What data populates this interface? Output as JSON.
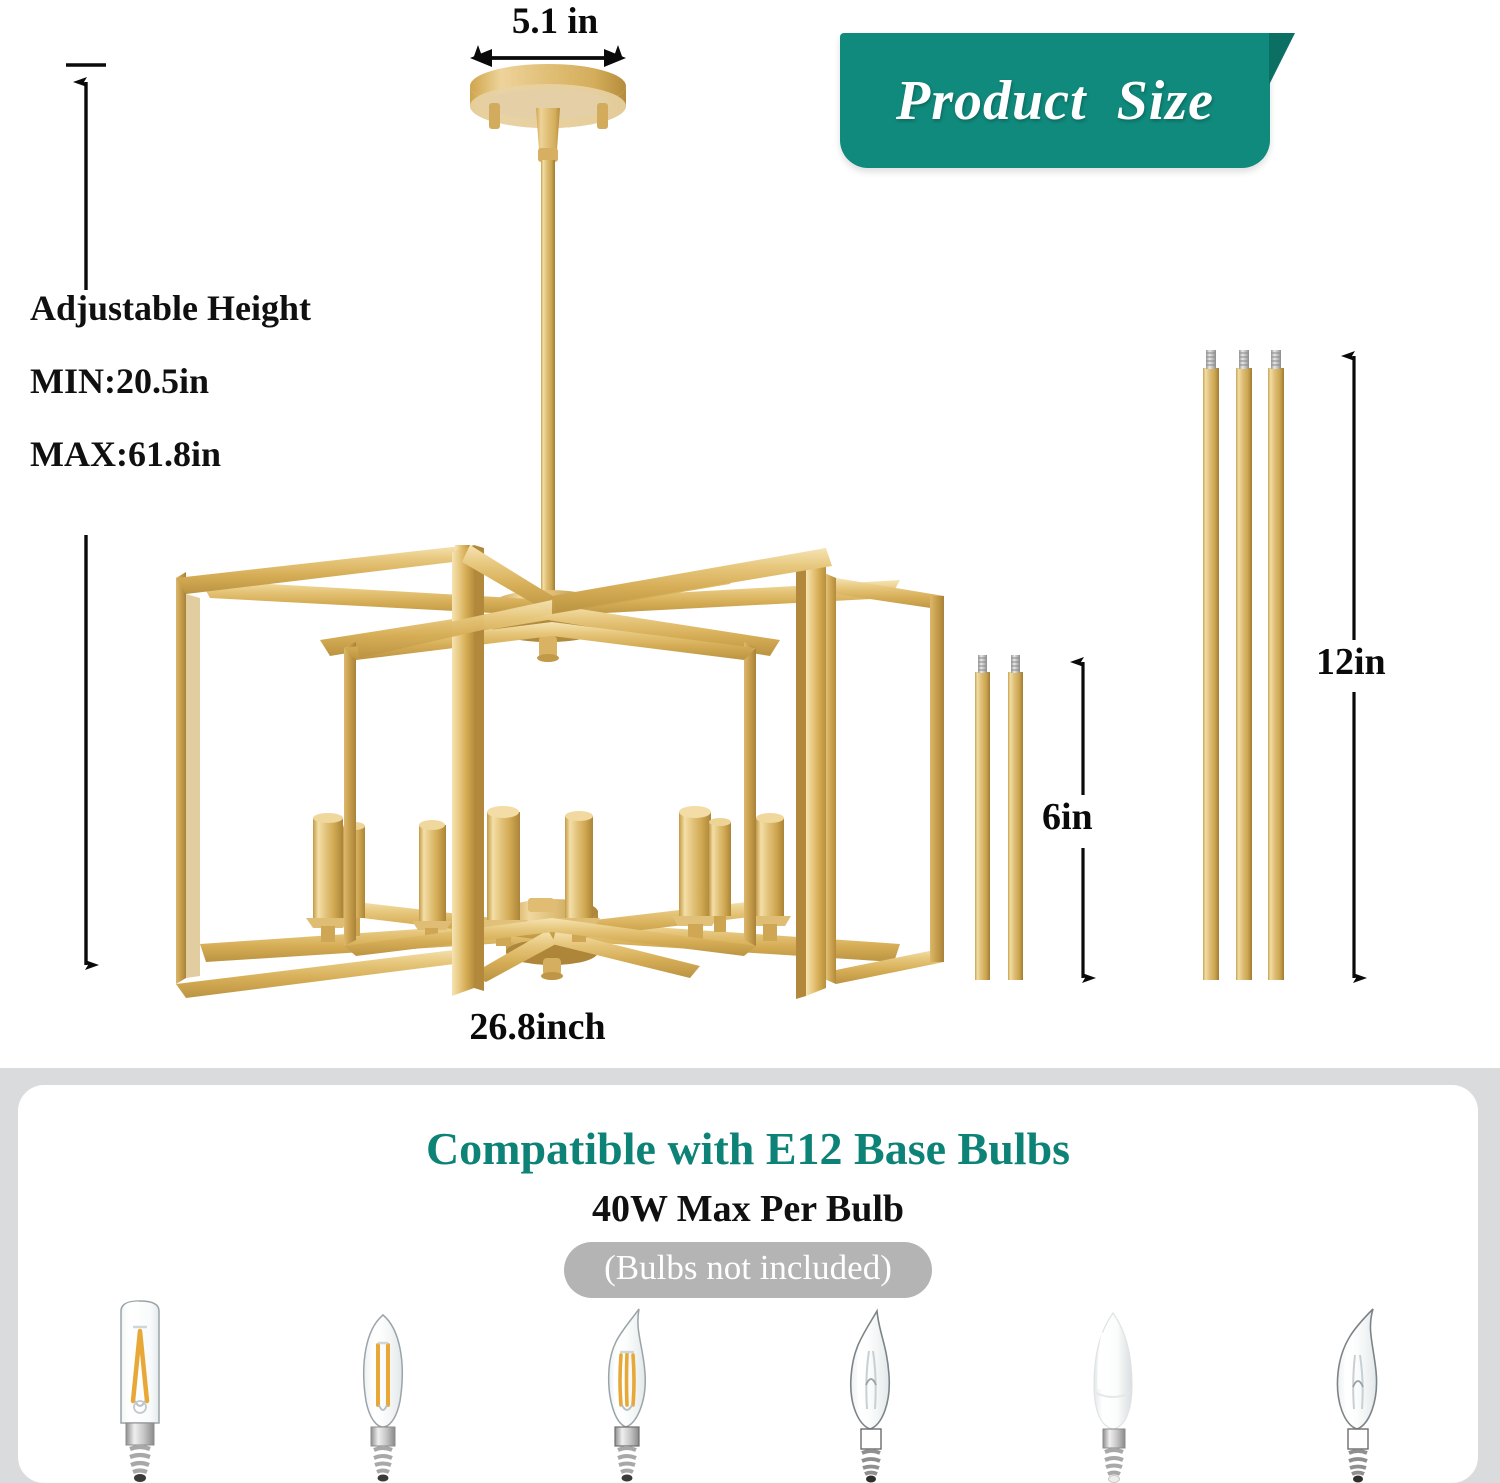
{
  "banner": {
    "title": "Product  Size",
    "bg_color": "#108a7c",
    "fold_color": "#0c6f63",
    "text_color": "#ffffff"
  },
  "dimensions": {
    "canopy_width": "5.1 in",
    "fixture_width": "26.8inch",
    "rod_short": "6in",
    "rod_long": "12in"
  },
  "height_info": {
    "title": "Adjustable Height",
    "min": "MIN:20.5in",
    "max": "MAX:61.8in"
  },
  "bulb_panel": {
    "heading": "Compatible with E12 Base Bulbs",
    "heading_color": "#0d8276",
    "subheading": "40W Max Per Bulb",
    "note": "(Bulbs not included)",
    "note_bg_color": "#b4b4b4",
    "note_text_color": "#ffffff",
    "panel_bg_color": "#d9dbdd",
    "card_bg_color": "#ffffff",
    "bulbs": [
      {
        "name": "tubular-filament-bulb-icon",
        "shape": "tubular",
        "filament": "amber-spiral"
      },
      {
        "name": "torpedo-filament-bulb-icon",
        "shape": "torpedo",
        "filament": "amber-straight"
      },
      {
        "name": "flame-tip-filament-bulb-icon",
        "shape": "flame-tip",
        "filament": "amber-curved"
      },
      {
        "name": "clear-torpedo-bulb-icon",
        "shape": "torpedo-bent",
        "filament": "incandescent-clear"
      },
      {
        "name": "frosted-candle-bulb-icon",
        "shape": "candle-frosted",
        "filament": "none"
      },
      {
        "name": "clear-flame-tip-bulb-icon",
        "shape": "flame-tip",
        "filament": "incandescent-clear"
      }
    ]
  },
  "product": {
    "name": "gold-6-light-geometric-frame-chandelier",
    "finish_color": "#d9b05e",
    "socket_count": 6,
    "frame_count": 6,
    "included_rods": {
      "short_count": 2,
      "short_length": "6in",
      "long_count": 3,
      "long_length": "12in"
    }
  },
  "colors": {
    "gold_light": "#f2dca4",
    "gold_mid": "#dcb55f",
    "gold_dark": "#b8903f",
    "ink": "#0a0a0a",
    "teal": "#108a7c",
    "panel_gray": "#d9dbdd",
    "pill_gray": "#b4b4b4"
  }
}
